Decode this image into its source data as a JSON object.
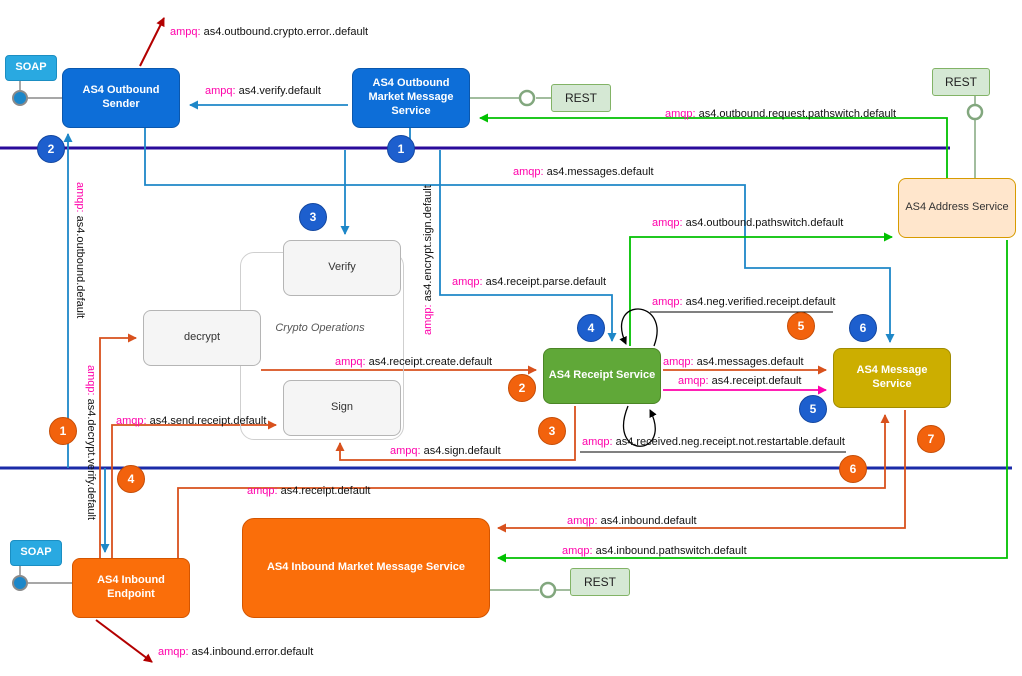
{
  "nodes": {
    "soap_top": "SOAP",
    "soap_bottom": "SOAP",
    "outbound_sender": "AS4 Outbound Sender",
    "outbound_mms": "AS4 Outbound Market Message Service",
    "rest_mid": "REST",
    "rest_top_right": "REST",
    "rest_bottom": "REST",
    "address_service": "AS4 Address Service",
    "verify": "Verify",
    "decrypt": "decrypt",
    "sign": "Sign",
    "crypto_group": "Crypto Operations",
    "receipt_service": "AS4 Receipt Service",
    "message_service": "AS4 Message Service",
    "inbound_endpoint": "AS4 Inbound Endpoint",
    "inbound_mms": "AS4 Inbound Market Message Service"
  },
  "queues": {
    "crypto_error": {
      "prefix": "ampq:",
      "name": "as4.outbound.crypto.error..default"
    },
    "verify": {
      "prefix": "ampq:",
      "name": "as4.verify.default"
    },
    "outbound_request_pathswitch": {
      "prefix": "amqp:",
      "name": "as4.outbound.request.pathswitch.default"
    },
    "messages_top": {
      "prefix": "amqp:",
      "name": "as4.messages.default"
    },
    "outbound_pathswitch": {
      "prefix": "amqp:",
      "name": "as4.outbound.pathswitch.default"
    },
    "encrypt_sign": {
      "prefix": "amqp:",
      "name": "as4.encrypt.sign.default"
    },
    "outbound_default": {
      "prefix": "amqp:",
      "name": "as4.outbound.default"
    },
    "receipt_parse": {
      "prefix": "amqp:",
      "name": "as4.receipt.parse.default"
    },
    "neg_verified_receipt": {
      "prefix": "amqp:",
      "name": "as4.neg.verified.receipt.default"
    },
    "receipt_create": {
      "prefix": "ampq:",
      "name": "as4.receipt.create.default"
    },
    "messages_mid": {
      "prefix": "amqp:",
      "name": "as4.messages.default"
    },
    "receipt_default_mid": {
      "prefix": "amqp:",
      "name": "as4.receipt.default"
    },
    "send_receipt": {
      "prefix": "amqp:",
      "name": "as4.send.receipt.default"
    },
    "sign_default": {
      "prefix": "ampq:",
      "name": "as4.sign.default"
    },
    "received_neg_receipt": {
      "prefix": "amqp:",
      "name": "as4.received.neg.receipt.not.restartable.default"
    },
    "decrypt_verify": {
      "prefix": "amqp:",
      "name": "as4.decrypt.verify.default"
    },
    "receipt_default_bottom": {
      "prefix": "amqp:",
      "name": "as4.receipt.default"
    },
    "inbound_default": {
      "prefix": "amqp:",
      "name": "as4.inbound.default"
    },
    "inbound_pathswitch": {
      "prefix": "amqp:",
      "name": "as4.inbound.pathswitch.default"
    },
    "inbound_error": {
      "prefix": "amqp:",
      "name": "as4.inbound.error.default"
    }
  },
  "badges": {
    "blue": {
      "b1": "1",
      "b2": "2",
      "b3": "3",
      "b4": "4",
      "b5": "5",
      "b6": "6"
    },
    "orange": {
      "o1": "1",
      "o2": "2",
      "o3": "3",
      "o4": "4",
      "o5": "5",
      "o6": "6",
      "o7": "7"
    }
  },
  "colors": {
    "node_blue": "#0d6ed8",
    "node_orange": "#fa6e0a",
    "node_green": "#60a838",
    "node_yellow": "#ccae00",
    "address_bg": "#ffe6cc",
    "address_border": "#d79b00",
    "rest_bg": "#d5e8d4",
    "rest_border": "#82b366",
    "soap_bg": "#29a9e1",
    "crypto_bg": "#f5f5f5",
    "bus_top": "#2a0b9b",
    "bus_bottom": "#1b2ba8",
    "arrow_blue": "#1e87c8",
    "arrow_green": "#00c100",
    "arrow_orange": "#d8511d",
    "arrow_red": "#b30000",
    "arrow_pink": "#ff00aa",
    "badge_blue": "#1d5fce",
    "badge_orange": "#f2620d",
    "label_prefix": "#ff00aa"
  }
}
